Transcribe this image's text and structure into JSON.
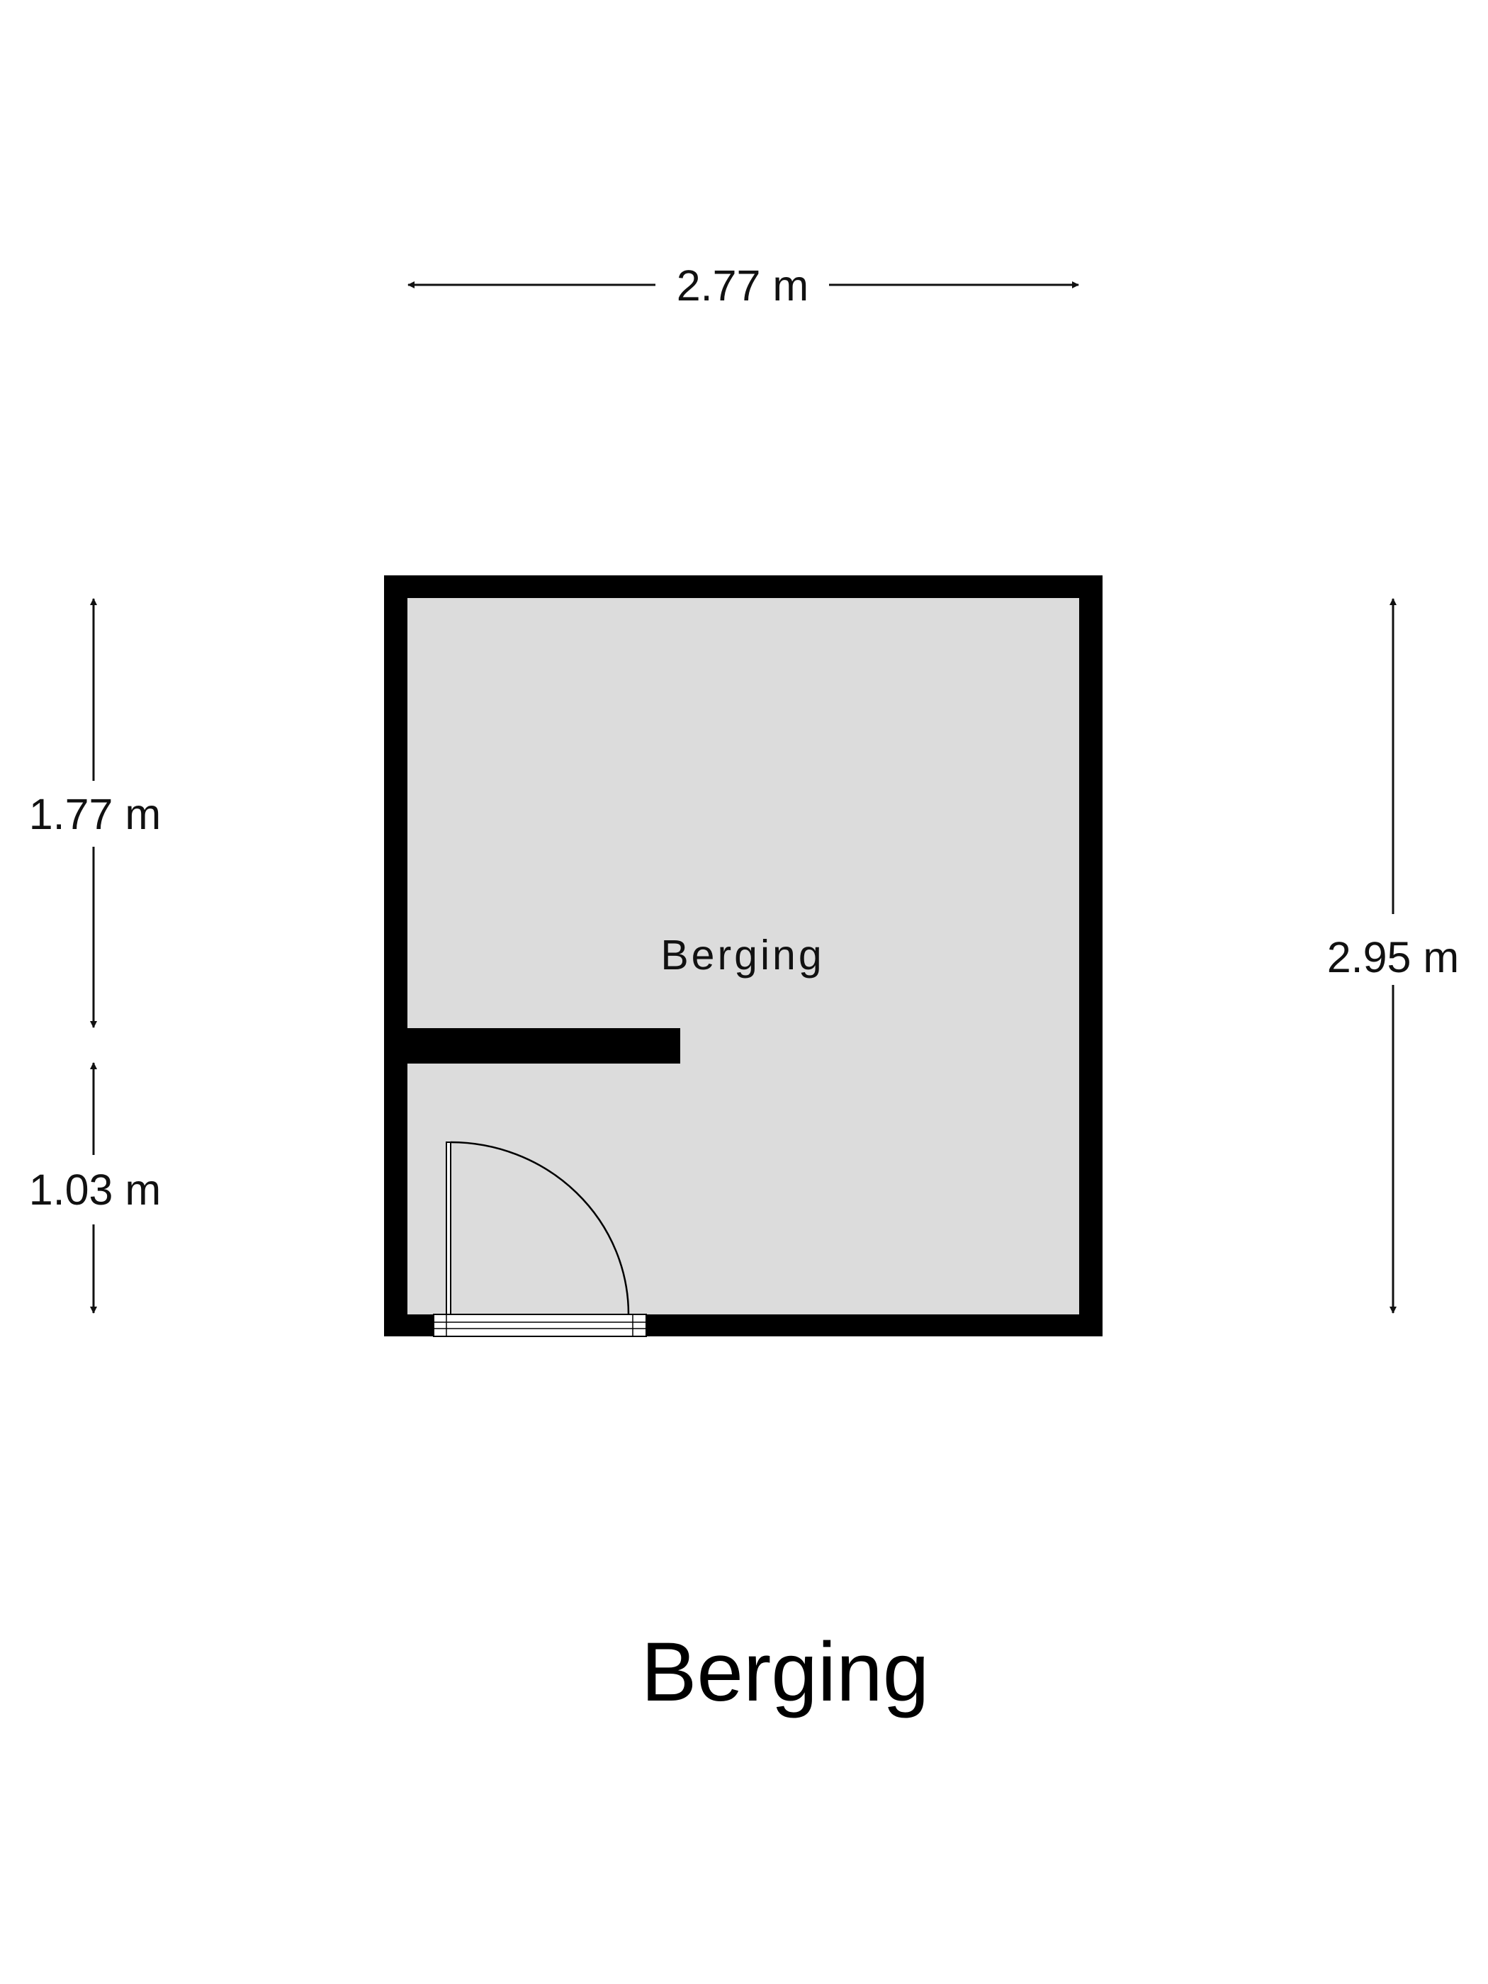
{
  "plan": {
    "title": "Berging",
    "room_name": "Berging"
  },
  "dimensions": {
    "top_width": "2.77 m",
    "right_height": "2.95 m",
    "left_upper": "1.77 m",
    "left_lower": "1.03 m"
  },
  "colors": {
    "wall": "#000000",
    "floor": "#dcdcdc",
    "dimension_line": "#111111",
    "background": "#ffffff"
  }
}
